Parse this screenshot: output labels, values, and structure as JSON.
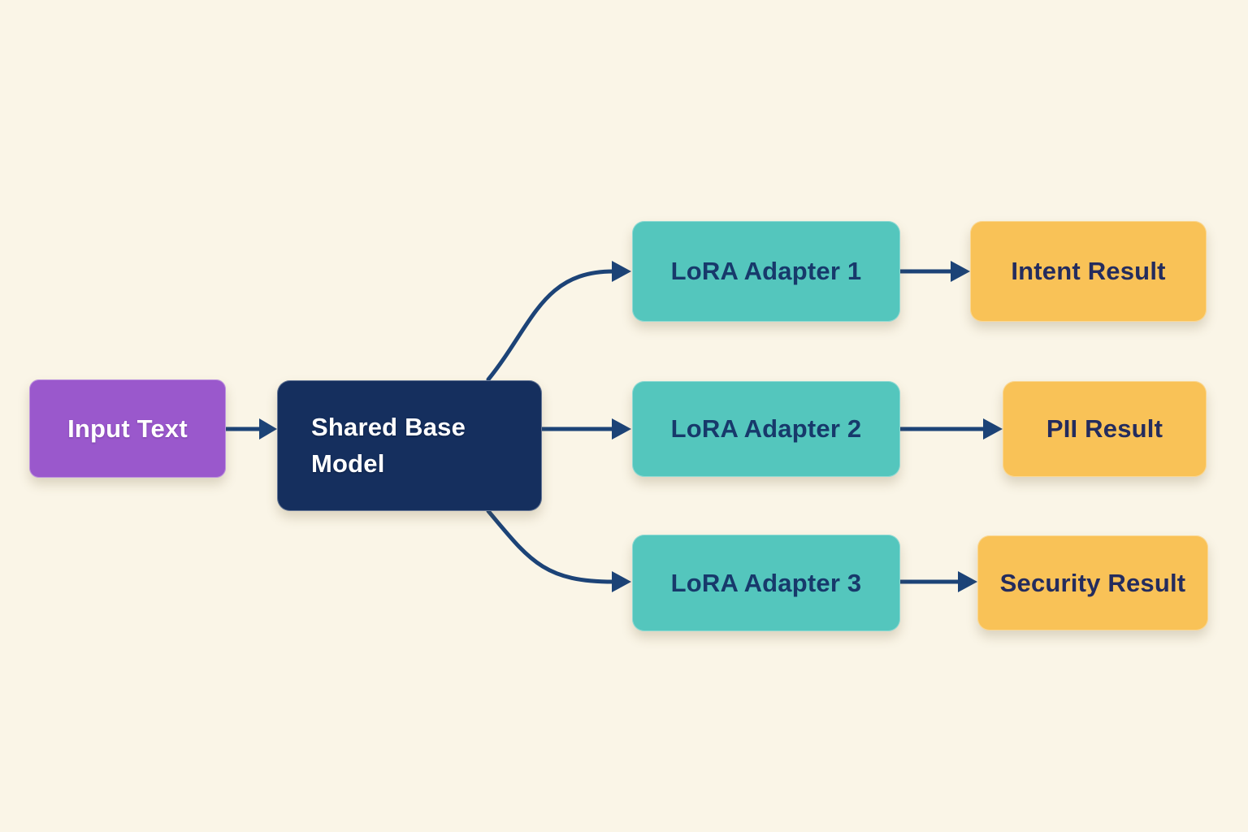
{
  "diagram": {
    "nodes": {
      "input": {
        "id": "input",
        "label": "Input Text",
        "role": "source",
        "fill": "#9a58cc",
        "text_color": "#ffffff"
      },
      "base": {
        "id": "base",
        "label": "Shared Base Model",
        "role": "model",
        "fill": "#152f5e",
        "text_color": "#ffffff"
      },
      "adapter1": {
        "id": "adapter1",
        "label": "LoRA Adapter 1",
        "role": "adapter",
        "fill": "#54c6bd",
        "text_color": "#17396b"
      },
      "adapter2": {
        "id": "adapter2",
        "label": "LoRA Adapter 2",
        "role": "adapter",
        "fill": "#54c6bd",
        "text_color": "#17396b"
      },
      "adapter3": {
        "id": "adapter3",
        "label": "LoRA Adapter 3",
        "role": "adapter",
        "fill": "#54c6bd",
        "text_color": "#17396b"
      },
      "intent": {
        "id": "intent",
        "label": "Intent Result",
        "role": "result",
        "fill": "#f9c257",
        "text_color": "#242c5e"
      },
      "pii": {
        "id": "pii",
        "label": "PII Result",
        "role": "result",
        "fill": "#f9c257",
        "text_color": "#242c5e"
      },
      "security": {
        "id": "security",
        "label": "Security Result",
        "role": "result",
        "fill": "#f9c257",
        "text_color": "#242c5e"
      }
    },
    "edges": [
      {
        "from": "input",
        "to": "base"
      },
      {
        "from": "base",
        "to": "adapter1"
      },
      {
        "from": "base",
        "to": "adapter2"
      },
      {
        "from": "base",
        "to": "adapter3"
      },
      {
        "from": "adapter1",
        "to": "intent"
      },
      {
        "from": "adapter2",
        "to": "pii"
      },
      {
        "from": "adapter3",
        "to": "security"
      }
    ],
    "colors": {
      "background": "#faf5e7",
      "arrow": "#1c4377"
    }
  }
}
